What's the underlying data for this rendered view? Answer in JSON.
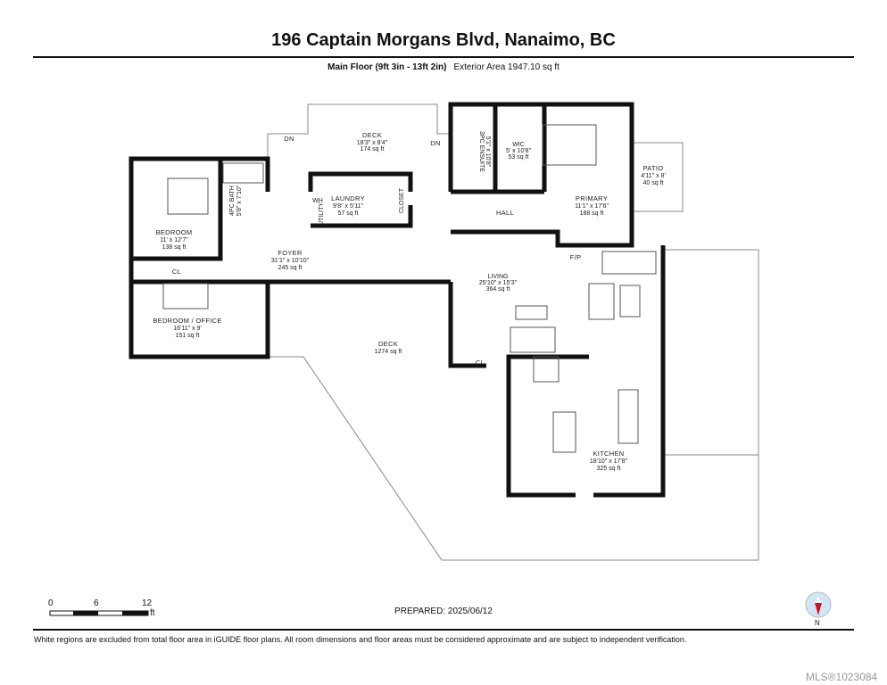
{
  "header": {
    "title": "196 Captain Morgans Blvd, Nanaimo, BC",
    "floor": "Main Floor (9ft 3in - 13ft 2in)",
    "exterior_area": "Exterior Area 1947.10 sq ft"
  },
  "rooms": [
    {
      "name": "DECK",
      "dims": "18'3\" x 8'4\"",
      "area": "174 sq ft"
    },
    {
      "name": "BEDROOM",
      "dims": "11' x 12'7\"",
      "area": "138 sq ft"
    },
    {
      "name": "4PC BATH",
      "dims": "5'8\" x 7'10\""
    },
    {
      "name": "LAUNDRY",
      "dims": "9'8\" x 5'11\"",
      "area": "57 sq ft"
    },
    {
      "name": "FOYER",
      "dims": "31'1\" x 10'10\"",
      "area": "245 sq ft"
    },
    {
      "name": "BEDROOM / OFFICE",
      "dims": "16'11\" x 9'",
      "area": "151 sq ft"
    },
    {
      "name": "DECK",
      "area": "1274 sq ft"
    },
    {
      "name": "3PC ENSUITE",
      "dims": "5'1\" x 10'8\""
    },
    {
      "name": "WIC",
      "dims": "5' x 10'8\"",
      "area": "53 sq ft"
    },
    {
      "name": "PRIMARY",
      "dims": "11'1\" x 17'6\"",
      "area": "188 sq ft"
    },
    {
      "name": "PATIO",
      "dims": "4'11\" x 8'",
      "area": "40 sq ft"
    },
    {
      "name": "LIVING",
      "dims": "25'10\" x 15'3\"",
      "area": "364 sq ft"
    },
    {
      "name": "KITCHEN",
      "dims": "18'10\" x 17'8\"",
      "area": "325 sq ft"
    }
  ],
  "labels": {
    "utility": "UTILITY",
    "closet": "CLOSET",
    "hall": "HALL",
    "fp": "F/P",
    "cl1": "CL",
    "cl2": "CL",
    "dn1": "DN",
    "dn2": "DN",
    "wh": "WH"
  },
  "scale": {
    "t0": "0",
    "t6": "6",
    "t12": "12",
    "unit": "ft"
  },
  "compass": {
    "label": "N"
  },
  "prepared": "PREPARED: 2025/06/12",
  "footer": "White regions are excluded from total floor area in iGUIDE floor plans. All room dimensions and floor areas must be considered approximate and are subject to independent verification.",
  "mls": "MLS®1023084"
}
